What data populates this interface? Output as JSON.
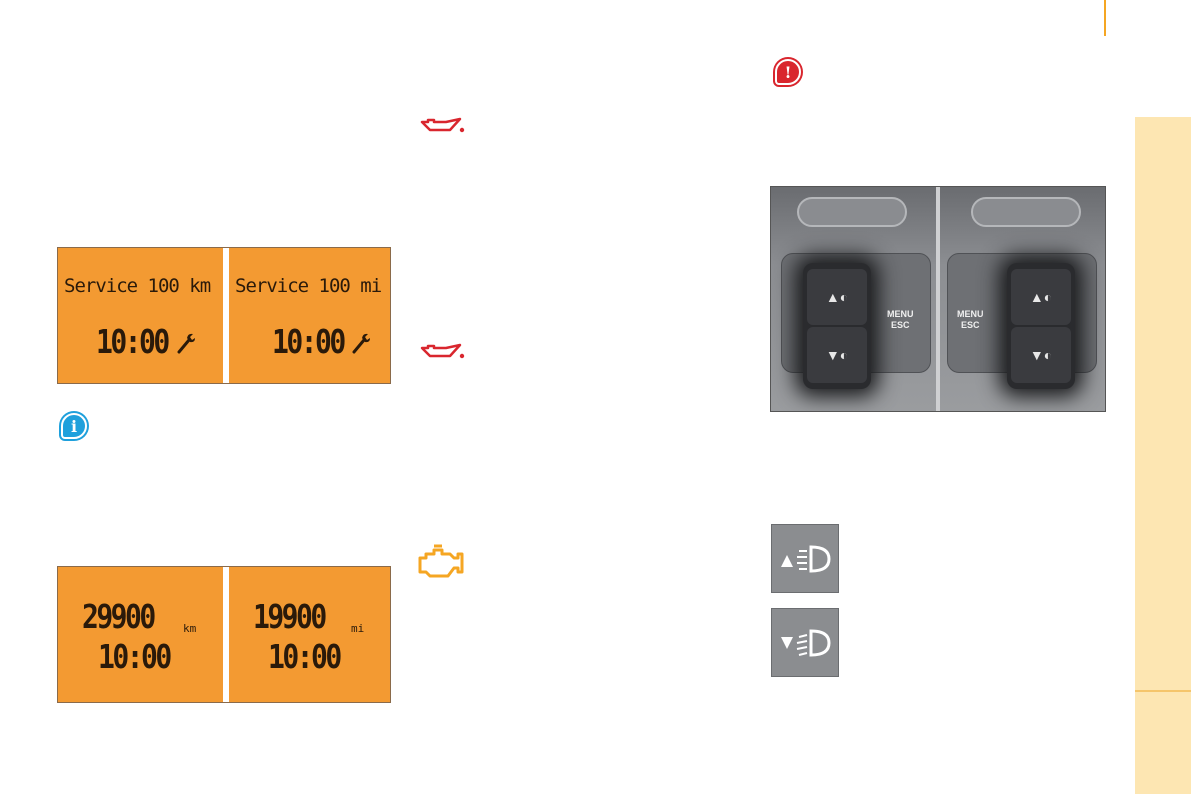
{
  "displays": {
    "service_km": {
      "line1": "Service 100 km",
      "line2": "10:00"
    },
    "service_mi": {
      "line1": "Service 100 mi",
      "line2": "10:00"
    },
    "odo_km": {
      "value": "29900",
      "unit": "km",
      "time": "10:00"
    },
    "odo_mi": {
      "value": "19900",
      "unit": "mi",
      "time": "10:00"
    }
  },
  "photo": {
    "menu_left": "MENU\nESC",
    "menu_right": "MENU\nESC"
  },
  "colors": {
    "lcd": "#f39a32",
    "tab": "#fde6b2",
    "oil_icon": "#d9262e",
    "engine_icon": "#f5a623",
    "info": "#1ea0dc",
    "alert": "#d9262e"
  },
  "icons": [
    "info-icon",
    "alert-icon",
    "oil-pressure-icon",
    "engine-check-icon",
    "headlamp-up-icon",
    "headlamp-down-icon",
    "wrench-icon"
  ]
}
